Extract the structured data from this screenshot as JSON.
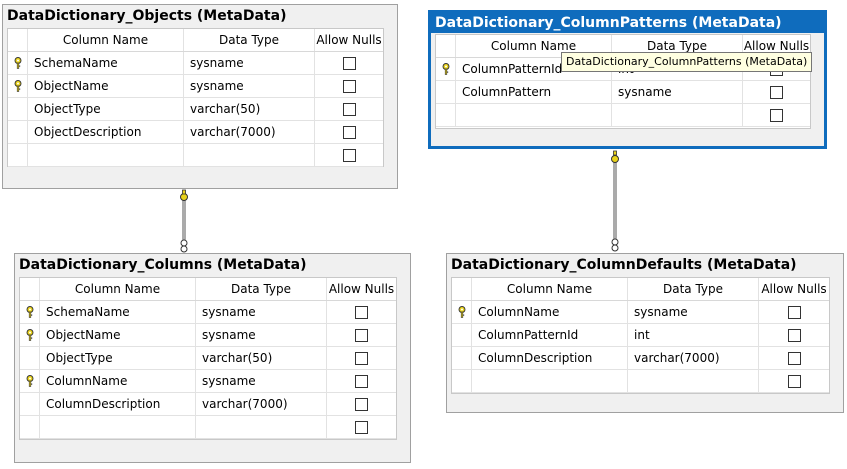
{
  "headers": {
    "column_name": "Column Name",
    "data_type": "Data Type",
    "allow_nulls": "Allow Nulls"
  },
  "tables": [
    {
      "title": "DataDictionary_Objects (MetaData)",
      "rows": [
        {
          "key": true,
          "name": "SchemaName",
          "type": "sysname"
        },
        {
          "key": true,
          "name": "ObjectName",
          "type": "sysname"
        },
        {
          "key": false,
          "name": "ObjectType",
          "type": "varchar(50)"
        },
        {
          "key": false,
          "name": "ObjectDescription",
          "type": "varchar(7000)"
        },
        {
          "key": false,
          "name": "",
          "type": ""
        }
      ]
    },
    {
      "title": "DataDictionary_ColumnPatterns (MetaData)",
      "rows": [
        {
          "key": true,
          "name": "ColumnPatternId",
          "type": "int"
        },
        {
          "key": false,
          "name": "ColumnPattern",
          "type": "sysname"
        },
        {
          "key": false,
          "name": "",
          "type": ""
        }
      ]
    },
    {
      "title": "DataDictionary_Columns (MetaData)",
      "rows": [
        {
          "key": true,
          "name": "SchemaName",
          "type": "sysname"
        },
        {
          "key": true,
          "name": "ObjectName",
          "type": "sysname"
        },
        {
          "key": false,
          "name": "ObjectType",
          "type": "varchar(50)"
        },
        {
          "key": true,
          "name": "ColumnName",
          "type": "sysname"
        },
        {
          "key": false,
          "name": "ColumnDescription",
          "type": "varchar(7000)"
        },
        {
          "key": false,
          "name": "",
          "type": ""
        }
      ]
    },
    {
      "title": "DataDictionary_ColumnDefaults (MetaData)",
      "rows": [
        {
          "key": true,
          "name": "ColumnName",
          "type": "sysname"
        },
        {
          "key": false,
          "name": "ColumnPatternId",
          "type": "int"
        },
        {
          "key": false,
          "name": "ColumnDescription",
          "type": "varchar(7000)"
        },
        {
          "key": false,
          "name": "",
          "type": ""
        }
      ]
    }
  ],
  "tooltip": "DataDictionary_ColumnPatterns (MetaData)",
  "colors": {
    "selected_border": "#0f6cbd",
    "key_fill": "#e8d21a"
  }
}
